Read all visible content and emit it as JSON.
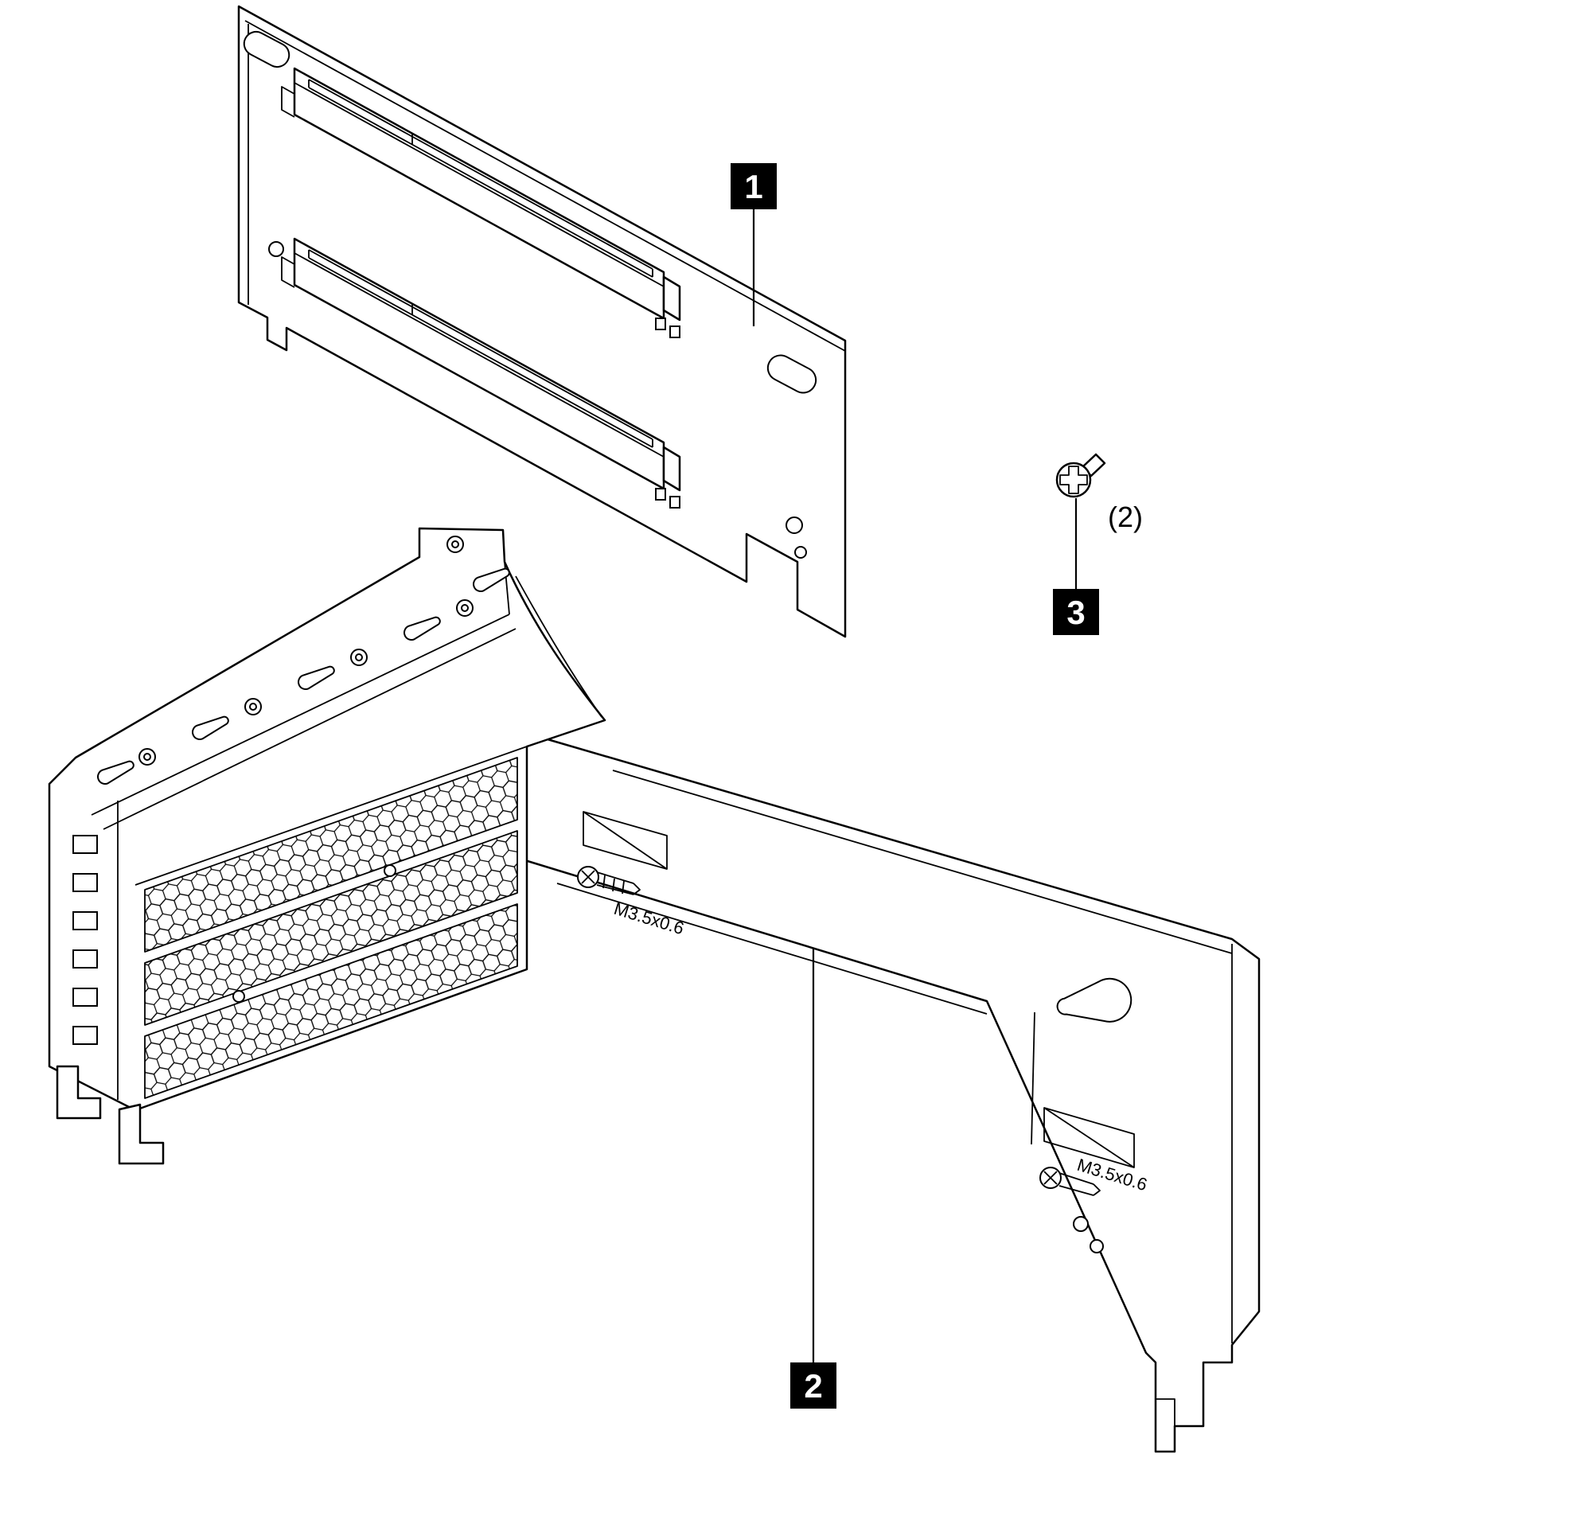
{
  "figure": {
    "callout_1": "1",
    "callout_2": "2",
    "callout_3": "3",
    "screw_quantity_note": "(2)",
    "thread_label_upper": "M3.5x0.6",
    "thread_label_lower": "M3.5x0.6"
  },
  "colors": {
    "line": "#000000",
    "background": "#ffffff",
    "callout_background": "#000000",
    "callout_text": "#ffffff"
  }
}
